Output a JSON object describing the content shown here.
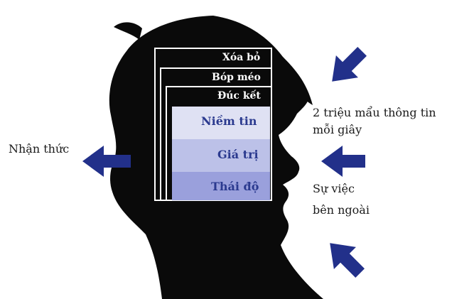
{
  "filters": {
    "delete": "Xóa bỏ",
    "distort": "Bóp méo",
    "generalize": "Đúc kết"
  },
  "inner_layers": {
    "beliefs": "Niềm tin",
    "values": "Giá trị",
    "attitudes": "Thái độ"
  },
  "left_label": "Nhận thức",
  "right_labels": {
    "info_line1": "2 triệu mẩu thông tin",
    "info_line2": "mỗi giây",
    "events_line1": "Sự việc",
    "events_line2": "bên ngoài"
  },
  "colors": {
    "arrow": "#22308a",
    "silhouette": "#0a0a0a",
    "layer_light": "#dfe1f3",
    "layer_mid": "#bcc1e8",
    "layer_dark": "#9aa0dc",
    "label_text": "#2b3a8f"
  }
}
